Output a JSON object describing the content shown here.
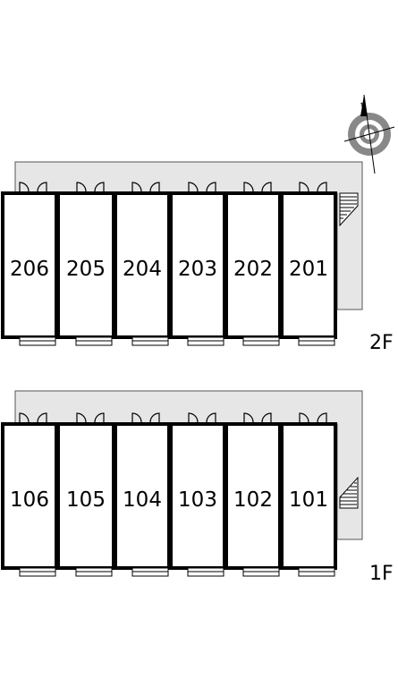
{
  "floors": [
    {
      "label": "2F",
      "units": [
        "206",
        "205",
        "204",
        "203",
        "202",
        "201"
      ]
    },
    {
      "label": "1F",
      "units": [
        "106",
        "105",
        "104",
        "103",
        "102",
        "101"
      ]
    }
  ],
  "compass": {
    "north_label": "N"
  },
  "colors": {
    "corridor": "#e6e6e6",
    "wall": "#000000",
    "background": "#ffffff"
  }
}
